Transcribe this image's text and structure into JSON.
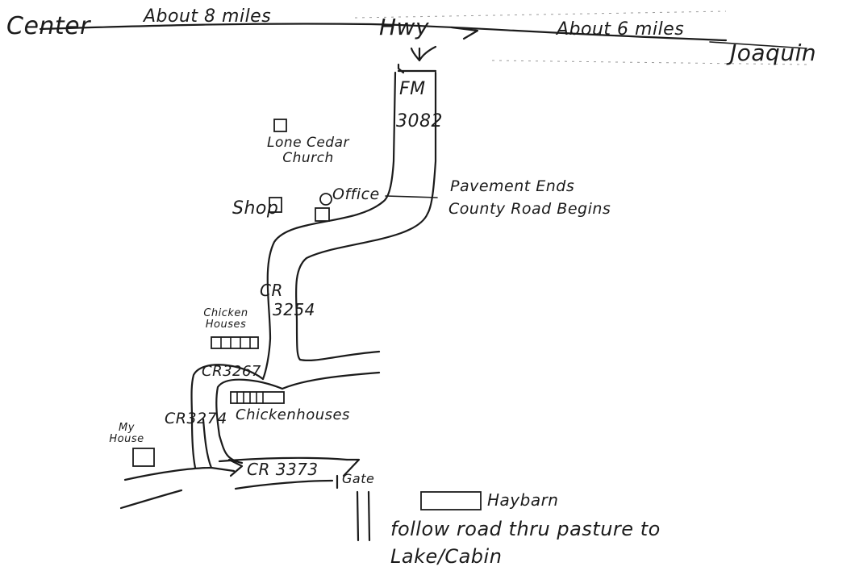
{
  "labels": {
    "center": "Center",
    "about_8_miles": "About 8 miles",
    "hwy": "Hwy",
    "about_6_miles": "About 6 miles",
    "joaquin": "Joaquin",
    "fm": "FM",
    "fm_number": "3082",
    "lone_cedar_church": "Lone Cedar Church",
    "pavement_ends": "Pavement Ends",
    "county_road_begins": "County Road Begins",
    "shop": "Shop",
    "office": "Office",
    "cr": "CR",
    "cr_3254": "3254",
    "chicken_houses_1": "Chicken Houses",
    "cr_3267": "CR3267",
    "cr_3274": "CR3274",
    "chicken_houses_2": "Chickenhouses",
    "my_house": "My House",
    "cr_3373": "CR 3373",
    "gate": "Gate",
    "hay_barn": "Haybarn",
    "follow_road": "follow road thru pasture to",
    "lake_cabin": "Lake/Cabin"
  },
  "icons": {
    "church": "square-outline-icon",
    "shop": "square-outline-icon",
    "office": "circle-over-square-icon",
    "house": "square-outline-icon",
    "chicken_houses": "segmented-rectangle-icon",
    "hay_barn": "rectangle-outline-icon",
    "arrow": "hand-drawn-arrow-icon"
  },
  "colors": {
    "ink": "#1b1b1b",
    "paper": "#ffffff"
  }
}
